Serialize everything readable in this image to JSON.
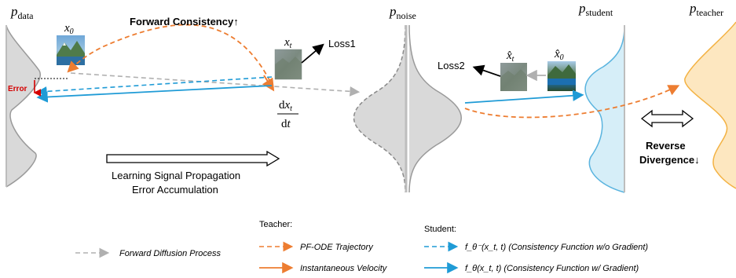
{
  "colors": {
    "teacher_orange": "#ed7d31",
    "student_blue": "#1f9bd6",
    "diffusion_gray": "#b0b0b0",
    "data_fill": "#d9d9d9",
    "student_fill": "#d6eef8",
    "teacher_fill": "#fde7c0",
    "error_red": "#d40000"
  },
  "distributions": {
    "p_data": "p_data",
    "p_noise": "p_noise",
    "p_student": "p_student",
    "p_teacher": "p_teacher"
  },
  "labels": {
    "forward_consistency": "Forward Consistency↑",
    "x0": "x_0",
    "xt": "x_t",
    "xhat_t": "x̂_t",
    "xhat_0": "x̂_0",
    "loss1": "Loss1",
    "loss2": "Loss2",
    "error": "Error",
    "dxt_num": "dx_t",
    "dxt_den": "dt",
    "signal_line1": "Learning Signal Propagation",
    "signal_line2": "Error Accumulation",
    "reverse_line1": "Reverse",
    "reverse_line2": "Divergence↓"
  },
  "legend": {
    "teacher_title": "Teacher:",
    "student_title": "Student:",
    "forward_diffusion": "Forward Diffusion Process",
    "pf_ode": "PF-ODE Trajectory",
    "instantaneous_velocity": "Instantaneous Velocity",
    "consistency_no_grad": "(Consistency Function w/o Gradient)",
    "consistency_grad": "(Consistency Function w/ Gradient)",
    "f_no_grad": "f_θ⁻(x_t, t)",
    "f_grad": "f_θ(x_t, t)"
  },
  "icons": [
    "mountain-lake-image",
    "noisy-image",
    "reverse-double-arrow-icon",
    "signal-propagation-arrow-icon"
  ]
}
